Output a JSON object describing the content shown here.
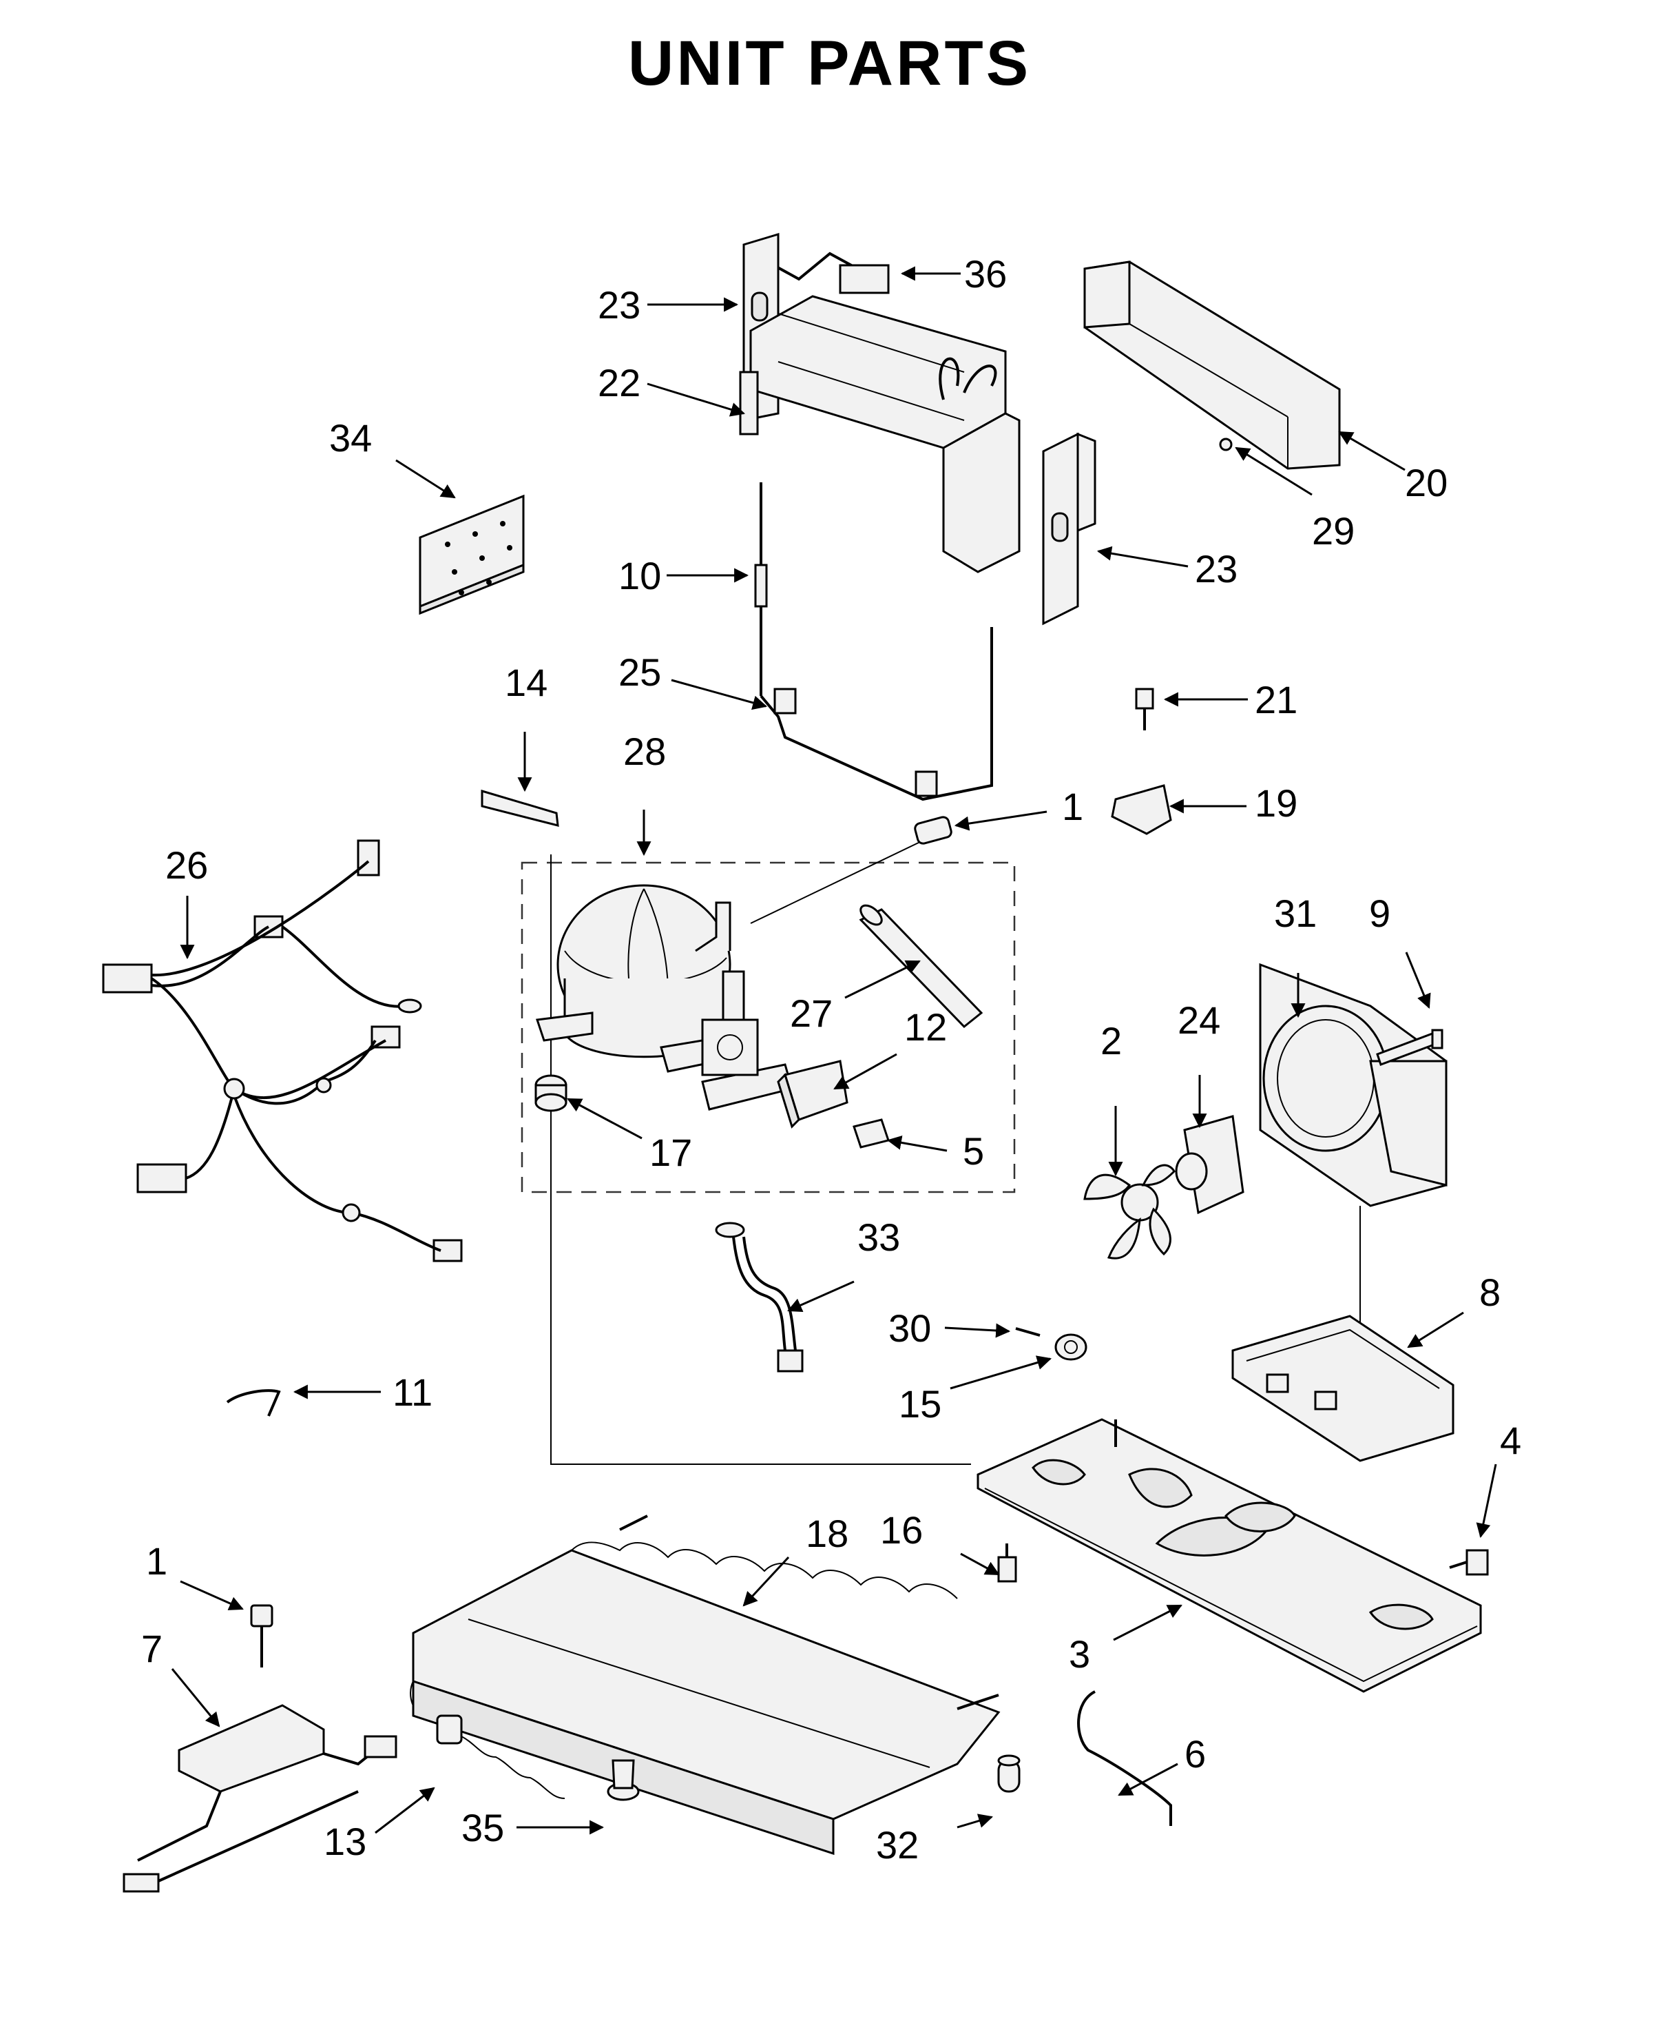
{
  "title": "UNIT PARTS",
  "labels": [
    "36",
    "23",
    "22",
    "34",
    "10",
    "25",
    "14",
    "28",
    "26",
    "1",
    "21",
    "19",
    "20",
    "29",
    "23",
    "27",
    "12",
    "17",
    "5",
    "2",
    "24",
    "31",
    "9",
    "33",
    "30",
    "15",
    "8",
    "11",
    "4",
    "18",
    "16",
    "3",
    "1",
    "7",
    "13",
    "35",
    "32",
    "6"
  ]
}
